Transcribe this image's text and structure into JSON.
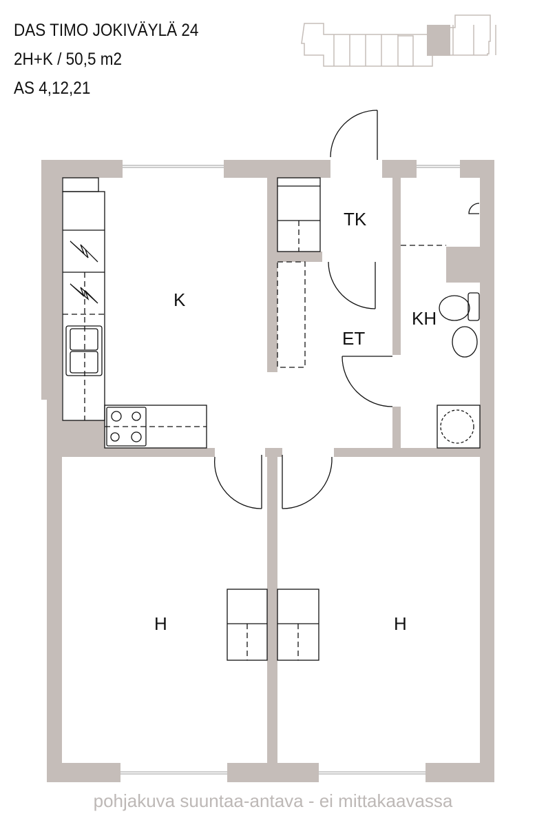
{
  "header": {
    "address": "DAS TIMO JOKIVÄYLÄ 24",
    "type_area": "2H+K / 50,5 m2",
    "apartments": "AS 4,12,21"
  },
  "rooms": {
    "kitchen": "K",
    "entry_closet": "TK",
    "hall": "ET",
    "bathroom": "KH",
    "bedroom_left": "H",
    "bedroom_right": "H"
  },
  "footer": "pohjakuva suuntaa-antava - ei mittakaavassa",
  "colors": {
    "wall": "#c5bdb9",
    "line": "#111111",
    "footer": "#bdb8b6"
  }
}
